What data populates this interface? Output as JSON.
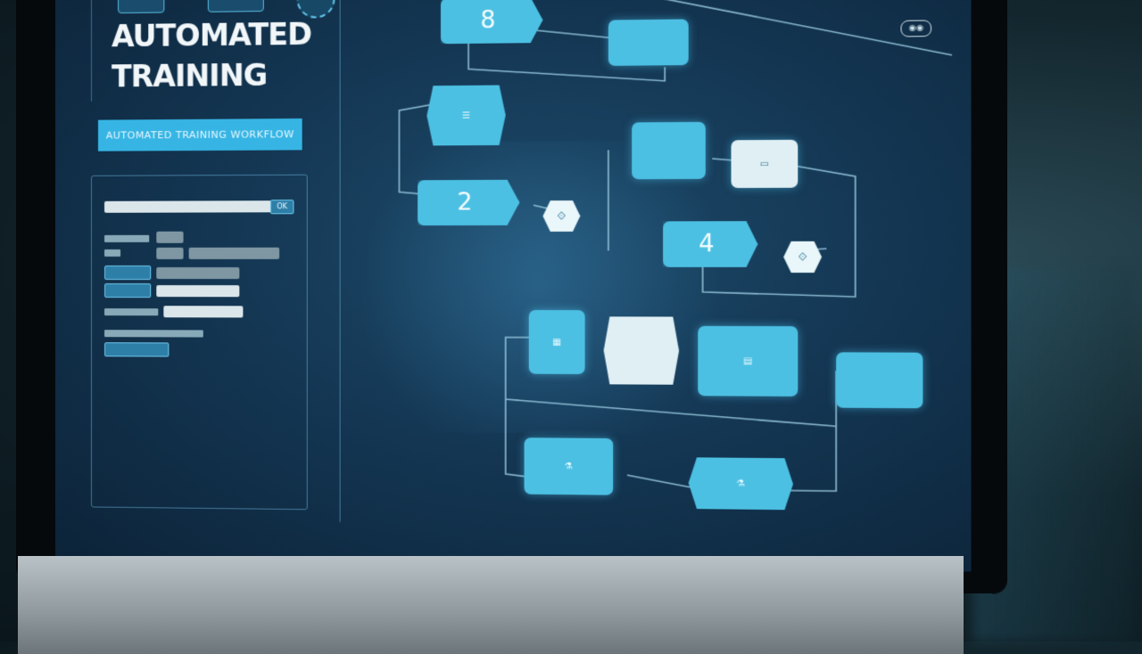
{
  "panel": {
    "title_line_1": "AUTOMATED",
    "title_line_2": "TRAINING",
    "banner_text": "AUTOMATED TRAINING WORKFLOW"
  },
  "form": {
    "badge_text": "OK"
  },
  "flow": {
    "step_1": "8",
    "step_2": "2",
    "step_4": "4"
  },
  "colors": {
    "screen_bg": "#143754",
    "node_fill": "#4cc0e3",
    "node_white": "#dfeff4",
    "banner": "#36b5e4",
    "title_text": "#f1f6f9"
  },
  "icons": [
    "window-icon",
    "globe-icon",
    "server-icon",
    "flask-icon",
    "toggle-icon"
  ]
}
